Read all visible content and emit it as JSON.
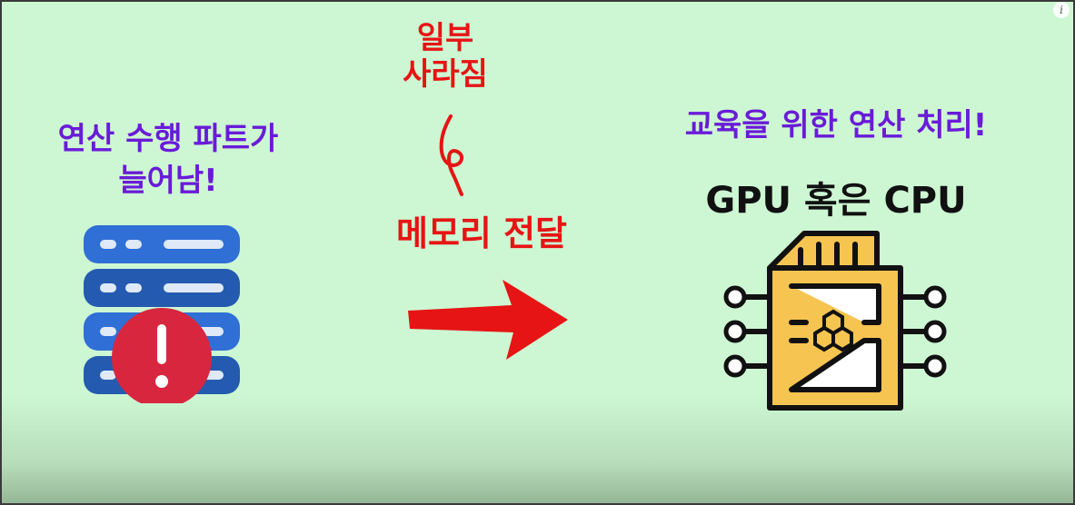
{
  "left": {
    "title_line1": "연산 수행 파트가",
    "title_line2": "늘어남!",
    "icon": "server-warning-icon"
  },
  "middle": {
    "note_line1": "일부",
    "note_line2": "사라짐",
    "label": "메모리 전달",
    "icon": "arrow-right-icon"
  },
  "right": {
    "title": "교육을 위한 연산 처리!",
    "subtitle": "GPU 혹은 CPU",
    "icon": "chip-icon"
  },
  "overlay": {
    "info_glyph": "i"
  },
  "colors": {
    "purple": "#6a1bd8",
    "red": "#e61414",
    "server_blue": "#2f6fd6",
    "server_dark": "#245bb0",
    "alert_red": "#d8263f",
    "chip_yellow": "#f6c451"
  }
}
